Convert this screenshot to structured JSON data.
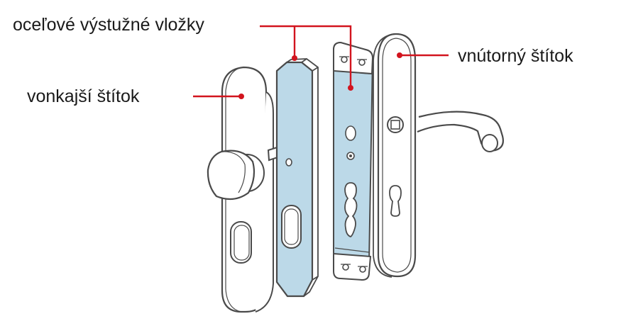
{
  "labels": {
    "steel_inserts": "oceľové výstužné vložky",
    "inner_plate": "vnútorný štítok",
    "outer_plate": "vonkajší štítok"
  },
  "colors": {
    "outline": "#4a4a4a",
    "insert_fill": "#bcd9e8",
    "leader": "#d2141e",
    "plate_fill": "#ffffff",
    "text": "#1a1a1a"
  }
}
